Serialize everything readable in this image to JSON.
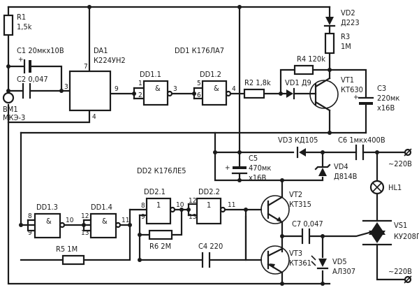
{
  "labels": {
    "r1_name": "R1",
    "r1_value": "1,5k",
    "c1": "C1 20мкх10В",
    "c2": "C2 0,047",
    "bm1_name": "ВМ1",
    "bm1_type": "МКЭ-3",
    "da1_name": "DA1",
    "da1_type": "К224УН2",
    "dd1_title": "DD1 К176ЛА7",
    "dd1_1": "DD1.1",
    "dd1_2": "DD1.2",
    "r2": "R2 1,8k",
    "vd1": "VD1 Д9",
    "r4": "R4 120k",
    "vd2_name": "VD2",
    "vd2_type": "Д223",
    "r3_name": "R3",
    "r3_value": "1М",
    "vt1_name": "VT1",
    "vt1_type": "КТ630",
    "c3_name": "C3",
    "c3_value": "220мк",
    "c3_volt": "х16В",
    "vd3": "VD3 КД105",
    "c6": "C6 1мкх400В",
    "c5_name": "C5",
    "c5_value": "470мк",
    "c5_volt": "х16В",
    "vd4_name": "VD4",
    "vd4_type": "Д814В",
    "mains_top": "~220В",
    "hl1": "HL1",
    "dd2_title": "DD2 К176ЛЕ5",
    "dd2_1": "DD2.1",
    "dd2_2": "DD2.2",
    "vt2_name": "VT2",
    "vt2_type": "КТ315",
    "dd1_3": "DD1.3",
    "dd1_4": "DD1.4",
    "r6": "R6 2М",
    "c7": "C7 0,047",
    "vs1_name": "VS1",
    "vs1_type": "КУ208Г",
    "c4": "C4 220",
    "vt3_name": "VT3",
    "vt3_type": "КТ361",
    "r5": "R5 1М",
    "vd5_name": "VD5",
    "vd5_type": "АЛ307",
    "mains_bottom": "~220В",
    "gate_and": "&",
    "gate_or": "1"
  },
  "pins": {
    "da1_in": "3",
    "da1_out": "9",
    "da1_vcc": "7",
    "da1_gnd": "4",
    "dd11_a": "1",
    "dd11_b": "2",
    "dd11_y": "3",
    "dd12_a": "5",
    "dd12_b": "6",
    "dd12_y": "4",
    "dd13_a": "8",
    "dd13_b": "9",
    "dd13_y": "10",
    "dd14_a": "12",
    "dd14_b": "13",
    "dd14_y": "11",
    "dd21_a": "8",
    "dd21_b": "9",
    "dd21_y": "10",
    "dd22_a": "12",
    "dd22_b": "13",
    "dd22_y": "11"
  }
}
